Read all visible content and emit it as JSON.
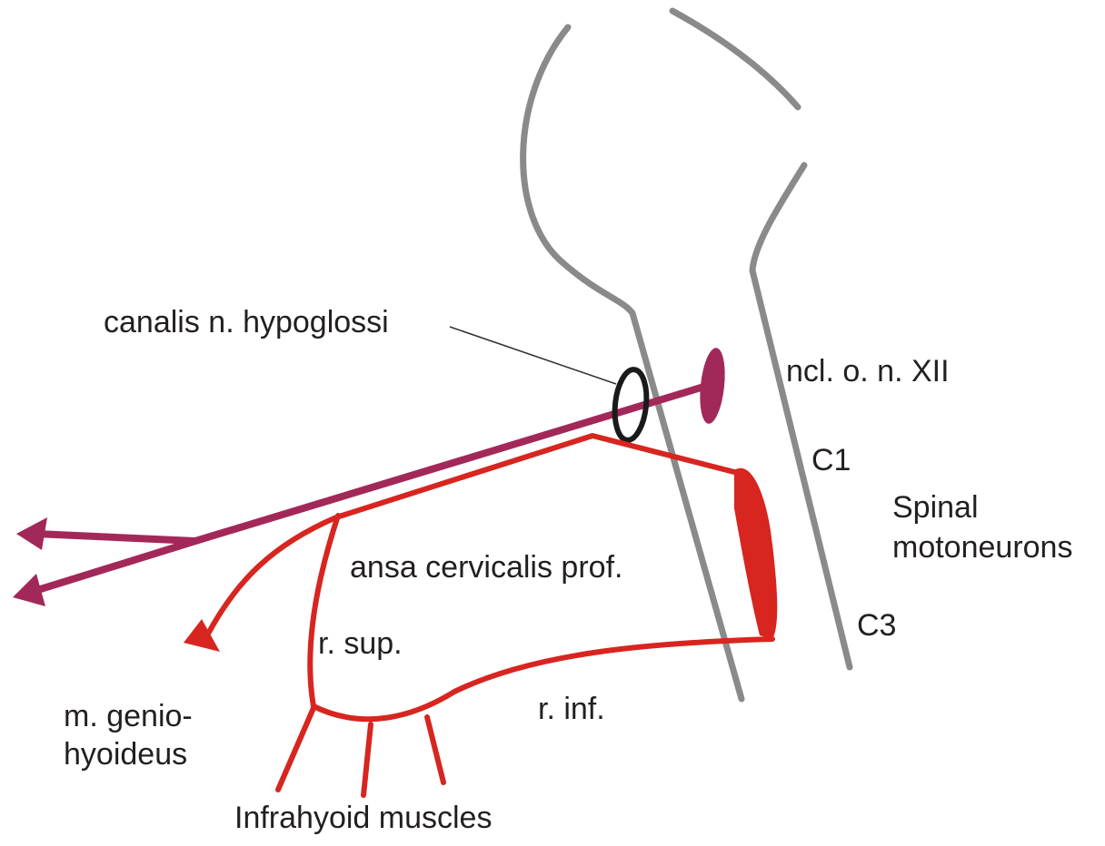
{
  "labels": {
    "canalis": "canalis n. hypoglossi",
    "nucleus": "ncl. o. n. XII",
    "c1": "C1",
    "c3": "C3",
    "spinal_line1": "Spinal",
    "spinal_line2": "motoneurons",
    "ansa": "ansa cervicalis prof.",
    "r_sup": "r. sup.",
    "r_inf": "r. inf.",
    "genio_line1": "m. genio-",
    "genio_line2": "hyoideus",
    "infrahyoid": "Infrahyoid muscles"
  },
  "colors": {
    "outline": "#8a8a8a",
    "hypoglossal_nerve": "#a3285a",
    "cervical_nerve": "#d8251f",
    "canal_ring": "#1a1a1a",
    "leader": "#333333",
    "text": "#231f20"
  }
}
